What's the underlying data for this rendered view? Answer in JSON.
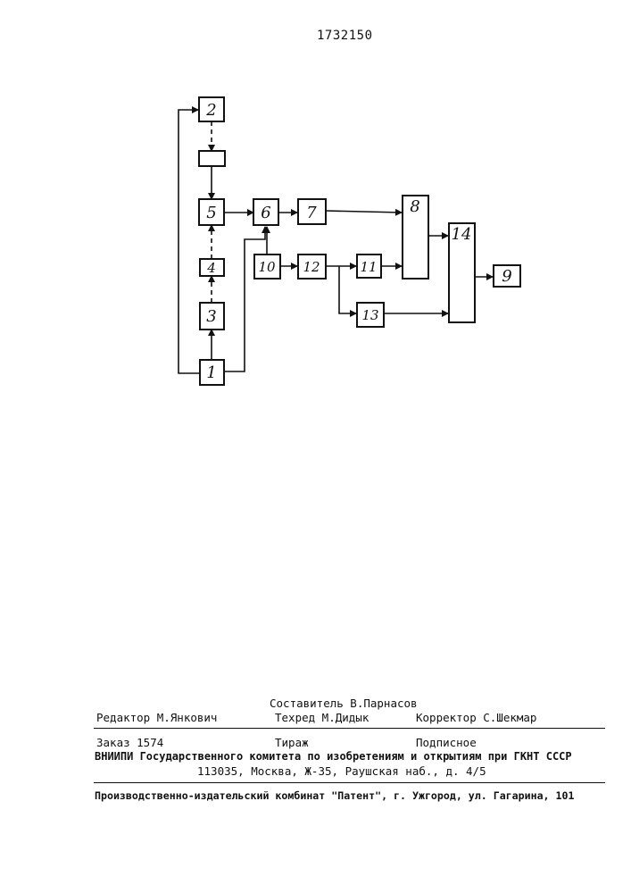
{
  "page_number": "1732150",
  "diagram": {
    "blocks": [
      {
        "id": "b1",
        "label": "1"
      },
      {
        "id": "b2",
        "label": "2"
      },
      {
        "id": "b3",
        "label": "3"
      },
      {
        "id": "b4",
        "label": "4"
      },
      {
        "id": "b5",
        "label": "5"
      },
      {
        "id": "b6",
        "label": "6"
      },
      {
        "id": "b7",
        "label": "7"
      },
      {
        "id": "b8",
        "label": "8"
      },
      {
        "id": "b9",
        "label": "9"
      },
      {
        "id": "b10",
        "label": "10"
      },
      {
        "id": "b11",
        "label": "11"
      },
      {
        "id": "b12",
        "label": "12"
      },
      {
        "id": "b13",
        "label": "13"
      },
      {
        "id": "b14",
        "label": "14"
      },
      {
        "id": "bx",
        "label": ""
      }
    ]
  },
  "imprint": {
    "compiler": "Составитель  В.Парнасов",
    "editor": "Редактор М.Янкович",
    "techred": "Техред  М.Дидык",
    "corrector": "Корректор  С.Шекмар",
    "order": "Заказ 1574",
    "circulation": "Тираж",
    "subscription": "Подписное",
    "institute": "ВНИИПИ Государственного комитета по изобретениям и открытиям при ГКНТ СССР",
    "address": "113035, Москва, Ж-35, Раушская наб., д. 4/5",
    "publisher": "Производственно-издательский комбинат \"Патент\", г. Ужгород, ул. Гагарина, 101"
  }
}
